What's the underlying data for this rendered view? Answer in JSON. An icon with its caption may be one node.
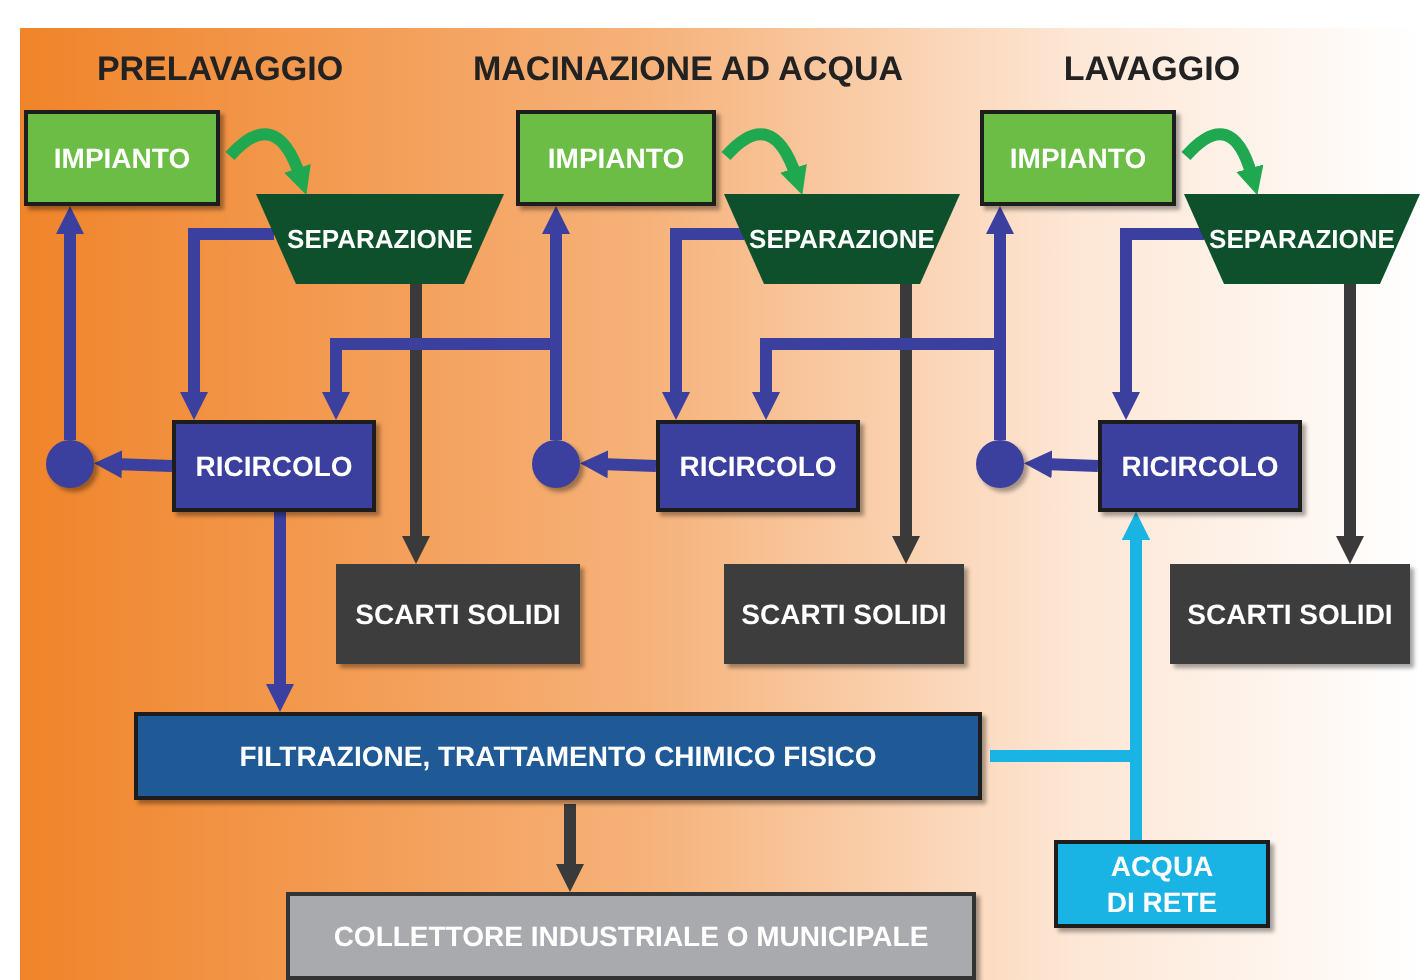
{
  "diagram": {
    "nodes": [
      {
        "text": [
          "IMPIANTO"
        ]
      },
      {
        "text": [
          "SEPARAZIONE"
        ]
      },
      {
        "text": [
          "RICIRCOLO"
        ]
      },
      {
        "text": [],
        "shape": "circle"
      },
      {
        "text": [
          "SCARTI SOLIDI"
        ]
      },
      {
        "text": [
          "IMPIANTO"
        ]
      },
      {
        "text": [
          "SEPARAZIONE"
        ]
      },
      {
        "text": [
          "RICIRCOLO"
        ]
      },
      {
        "text": [],
        "shape": "circle"
      },
      {
        "text": [
          "SCARTI SOLIDI"
        ]
      },
      {
        "text": [
          "IMPIANTO"
        ]
      },
      {
        "text": [
          "SEPARAZIONE"
        ]
      },
      {
        "text": [
          "RICIRCOLO"
        ]
      },
      {
        "text": [],
        "shape": "circle"
      },
      {
        "text": [
          "SCARTI SOLIDI"
        ]
      },
      {
        "text": [
          "FILTRAZIONE, TRATTAMENTO CHIMICO FISICO"
        ]
      },
      {
        "text": [
          "COLLETTORE INDUSTRIALE O MUNICIPALE"
        ]
      },
      {
        "text": [
          "ACQUA DI RETE"
        ]
      }
    ],
    "edges": [
      {
        "from": 0,
        "to": 1,
        "arrow": "to",
        "color": "#1fa84f"
      },
      {
        "from": 1,
        "to": 2,
        "arrow": "to"
      },
      {
        "from": 1,
        "to": 4,
        "arrow": "to",
        "color": "#3a3a3a"
      },
      {
        "from": 2,
        "to": 3,
        "arrow": "to"
      },
      {
        "from": 3,
        "to": 0,
        "arrow": "to"
      },
      {
        "from": 2,
        "to": 15,
        "arrow": "to"
      },
      {
        "from": 5,
        "to": 6,
        "arrow": "to",
        "color": "#1fa84f"
      },
      {
        "from": 6,
        "to": 7,
        "arrow": "to"
      },
      {
        "from": 6,
        "to": 9,
        "arrow": "to",
        "color": "#3a3a3a"
      },
      {
        "from": 7,
        "to": 8,
        "arrow": "to"
      },
      {
        "from": 8,
        "to": 5,
        "arrow": "to"
      },
      {
        "from": 8,
        "to": 2,
        "arrow": "to"
      },
      {
        "from": 13,
        "to": 7,
        "arrow": "to"
      },
      {
        "from": 10,
        "to": 11,
        "arrow": "to",
        "color": "#1fa84f"
      },
      {
        "from": 11,
        "to": 12,
        "arrow": "to"
      },
      {
        "from": 11,
        "to": 14,
        "arrow": "to",
        "color": "#3a3a3a"
      },
      {
        "from": 12,
        "to": 13,
        "arrow": "to"
      },
      {
        "from": 13,
        "to": 10,
        "arrow": "to"
      },
      {
        "from": 15,
        "to": 16,
        "arrow": "to",
        "color": "#3a3a3a"
      },
      {
        "from": 15,
        "to": 12,
        "arrow": "to",
        "color": "#19b4e3"
      },
      {
        "from": 17,
        "to": 12,
        "arrow": "to",
        "color": "#19b4e3"
      }
    ],
    "labels": [
      "PRELAVAGGIO",
      "MACINAZIONE AD ACQUA",
      "LAVAGGIO"
    ]
  }
}
